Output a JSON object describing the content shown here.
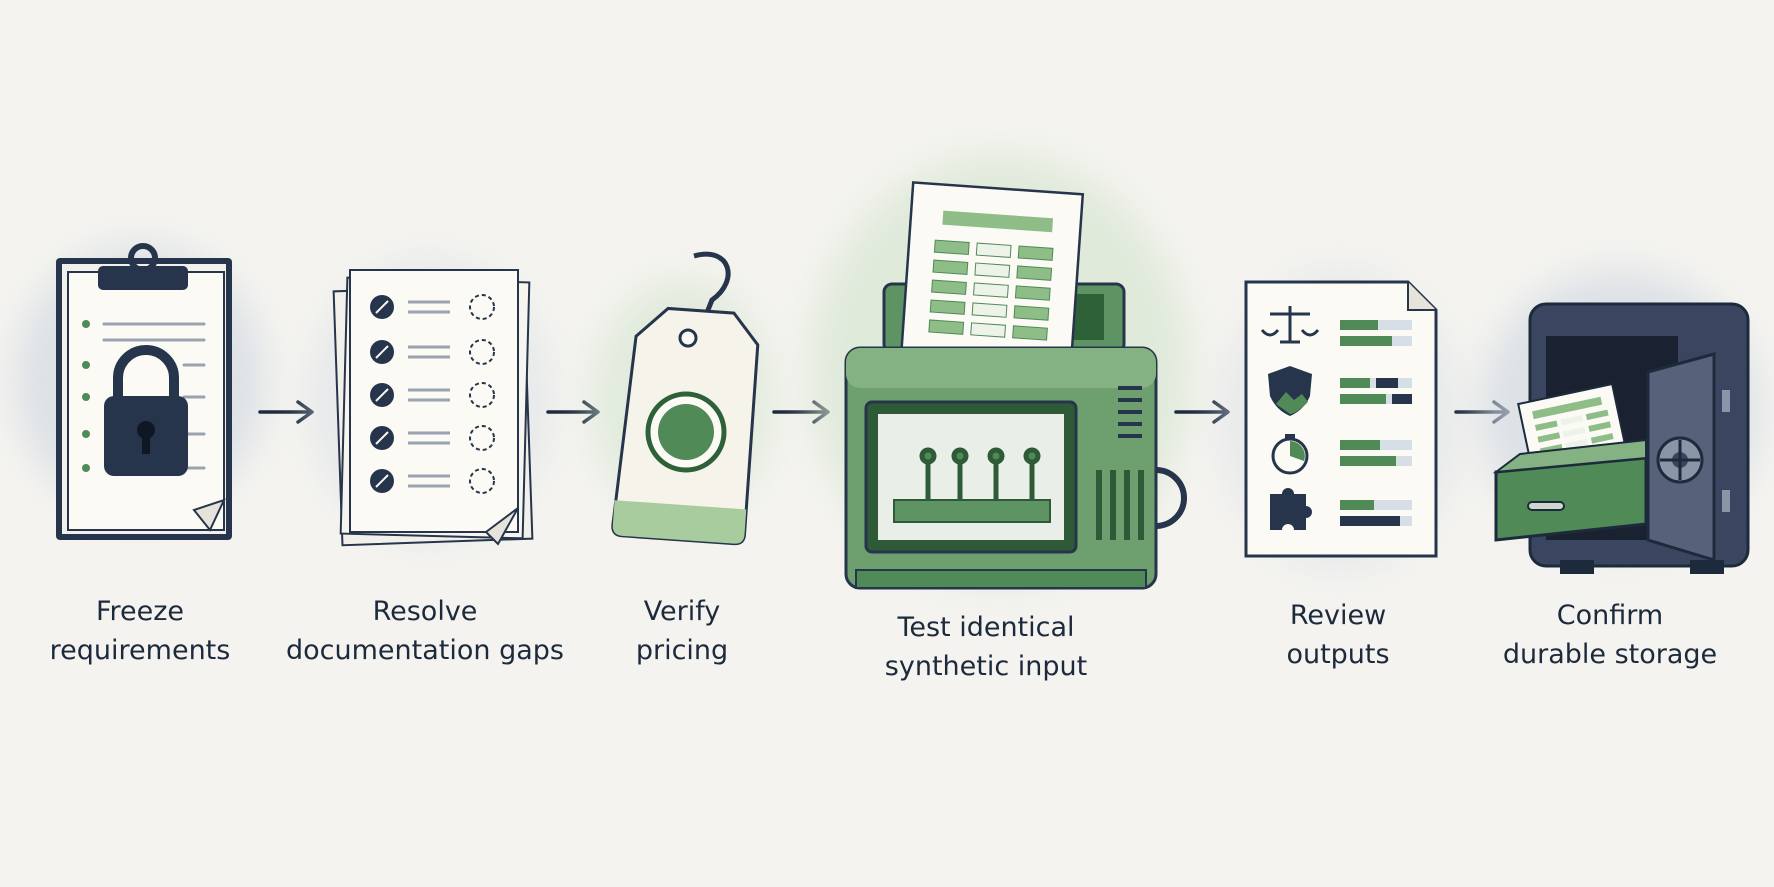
{
  "steps": [
    {
      "id": "freeze",
      "lines": [
        "Freeze",
        "requirements"
      ],
      "icon": "locked-clipboard-icon"
    },
    {
      "id": "resolve",
      "lines": [
        "Resolve",
        "documentation gaps"
      ],
      "icon": "checklist-pages-icon"
    },
    {
      "id": "pricing",
      "lines": [
        "Verify",
        "pricing"
      ],
      "icon": "price-tag-icon"
    },
    {
      "id": "test",
      "lines": [
        "Test identical",
        "synthetic input"
      ],
      "icon": "test-machine-icon"
    },
    {
      "id": "review",
      "lines": [
        "Review",
        "outputs"
      ],
      "icon": "review-report-icon"
    },
    {
      "id": "storage",
      "lines": [
        "Confirm",
        "durable storage"
      ],
      "icon": "safe-storage-icon"
    }
  ],
  "colors": {
    "background": "#f4f3ef",
    "navy": "#1d2a3c",
    "green": "#4f8a57",
    "dark_green": "#2f6138",
    "light_green": "#cfe3c9",
    "paper": "#fbfaf5"
  }
}
